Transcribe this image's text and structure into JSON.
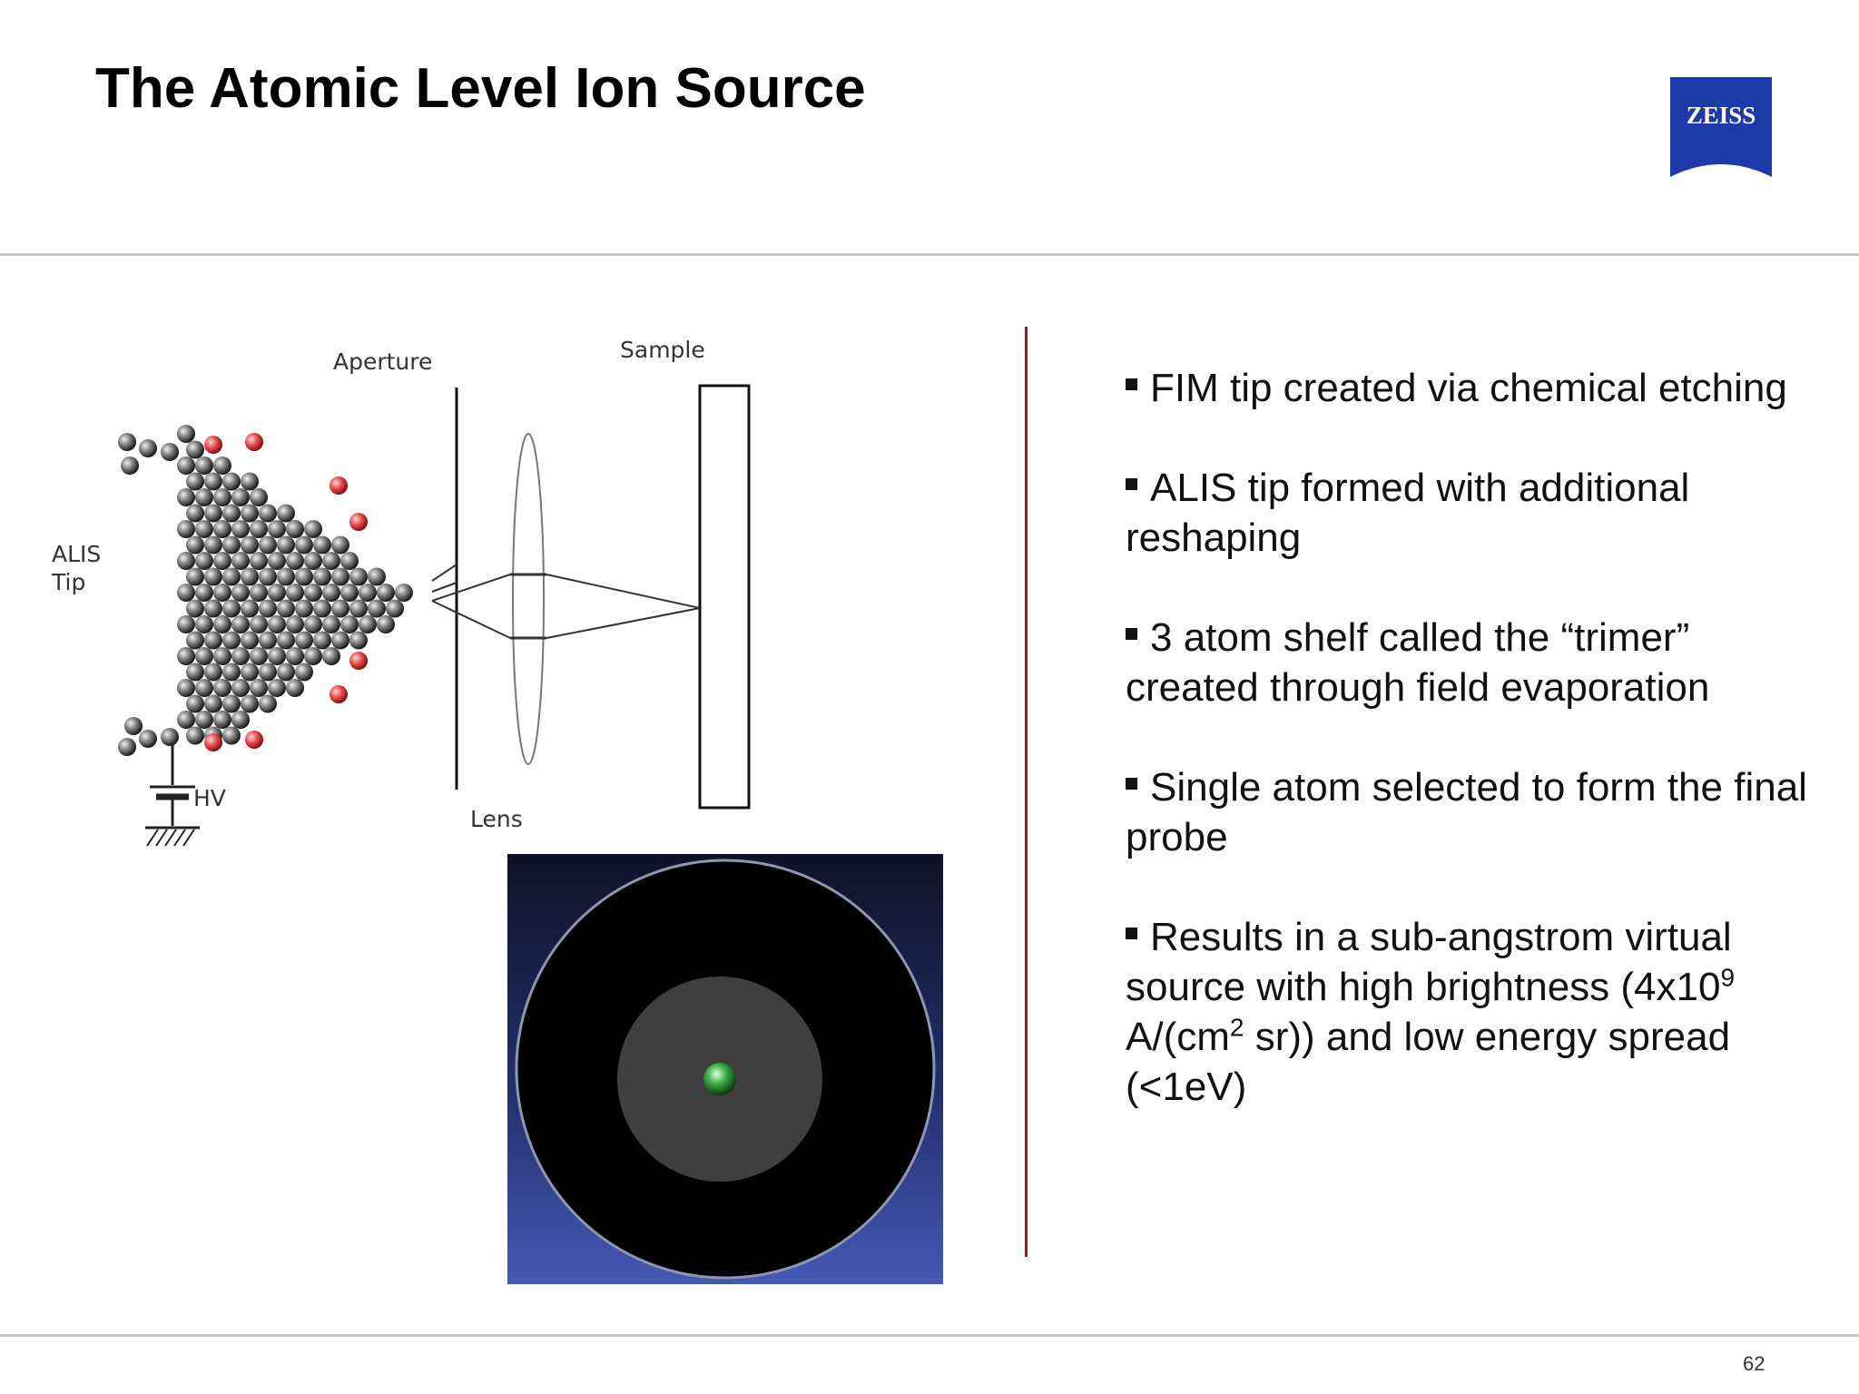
{
  "slide": {
    "title": "The Atomic Level Ion Source",
    "page_number": "62"
  },
  "logo": {
    "text": "ZEISS",
    "color": "#1e3aa8"
  },
  "diagram": {
    "labels": {
      "aperture": "Aperture",
      "sample": "Sample",
      "alis_line1": "ALIS",
      "alis_line2": "Tip",
      "hv": "HV",
      "lens": "Lens"
    },
    "colors": {
      "atom": "#777777",
      "highlight_atom": "#e04848",
      "probe_spot": "#3fae4a"
    }
  },
  "bullets": [
    {
      "text": "FIM tip created via chemical etching"
    },
    {
      "text": "ALIS tip formed with additional reshaping"
    },
    {
      "text": "3 atom shelf called the “trimer” created through field evaporation"
    },
    {
      "text": "Single atom selected to form the final probe"
    },
    {
      "text_a": "Results in a sub-angstrom virtual source with high brightness (4x10",
      "sup_a": "9",
      "text_b": " A/(cm",
      "sup_b": "2",
      "text_c": " sr)) and low energy spread (<1eV)"
    }
  ],
  "colors": {
    "divider": "#9b1b1b",
    "rule": "#c8c8c8"
  }
}
